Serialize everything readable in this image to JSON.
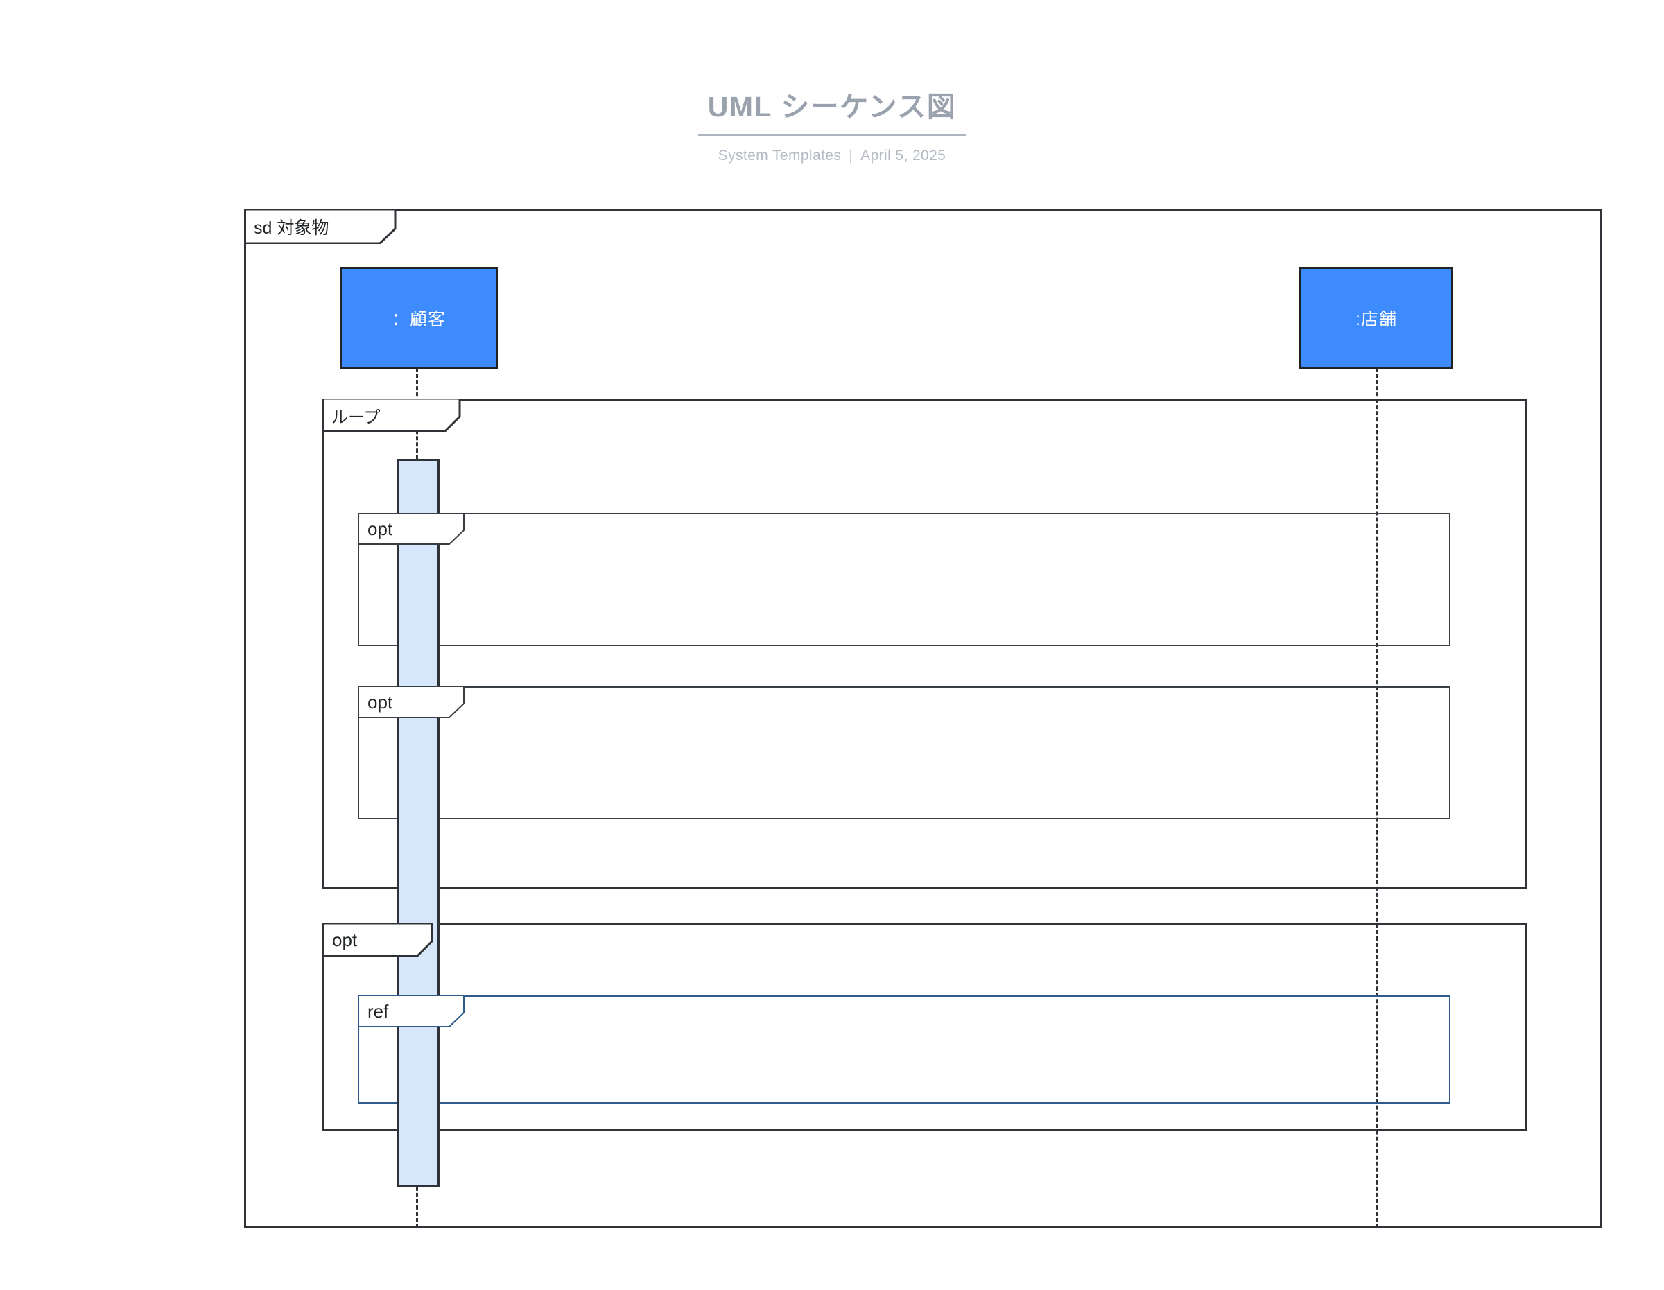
{
  "header": {
    "title": "UML シーケンス図",
    "subtitle_left": "System Templates",
    "subtitle_sep": "|",
    "subtitle_right": "April 5, 2025"
  },
  "diagram": {
    "type": "uml-sequence-diagram",
    "frame_label": "sd 対象物",
    "lifelines": [
      {
        "name": "customer",
        "label": "：顧客"
      },
      {
        "name": "store",
        "label": ":店舗"
      }
    ],
    "fragments": [
      {
        "name": "loop-fragment",
        "label": "ループ",
        "operator": "loop"
      },
      {
        "name": "opt-fragment-1",
        "label": "opt",
        "operator": "opt"
      },
      {
        "name": "opt-fragment-2",
        "label": "opt",
        "operator": "opt"
      },
      {
        "name": "opt-fragment-3",
        "label": "opt",
        "operator": "opt"
      },
      {
        "name": "ref-fragment",
        "label": "ref",
        "operator": "ref"
      }
    ],
    "colors": {
      "lifeline_head_fill": "#3d8bfd",
      "activation_fill": "#d7e7fb",
      "stroke": "#2f3337",
      "ref_stroke": "#2e5b8c",
      "title": "#9aa2ad"
    }
  }
}
